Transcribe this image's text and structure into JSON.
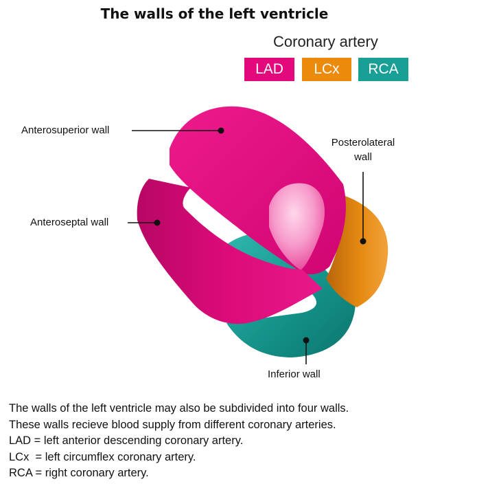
{
  "title": "The walls of the left ventricle",
  "legend": {
    "title": "Coronary artery",
    "items": [
      {
        "label": "LAD",
        "color": "#e3097c"
      },
      {
        "label": "LCx",
        "color": "#ec8a0c"
      },
      {
        "label": "RCA",
        "color": "#1a9f97"
      }
    ]
  },
  "labels": {
    "anterosuperior": "Anterosuperior wall",
    "anteroseptal": "Anteroseptal wall",
    "posterolateral_line1": "Posterolateral",
    "posterolateral_line2": "wall",
    "inferior": "Inferior wall"
  },
  "caption": [
    "The walls of the left ventricle may also be subdivided into four walls.",
    "These walls recieve blood supply from different coronary arteries.",
    "LAD = left anterior descending coronary artery.",
    "LCx  = left circumflex coronary artery.",
    "RCA = right coronary artery."
  ]
}
